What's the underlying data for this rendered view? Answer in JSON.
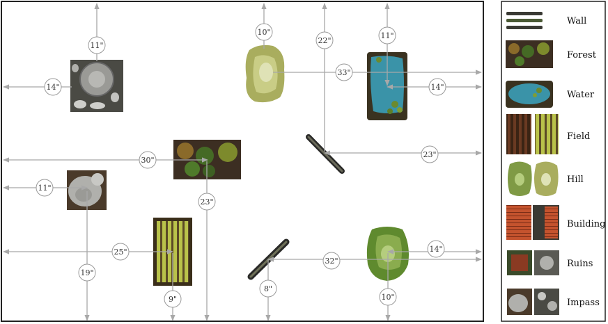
{
  "map": {
    "measurements": [
      "11\"",
      "14\"",
      "10\"",
      "22\"",
      "33\"",
      "11\"",
      "14\"",
      "23\"",
      "30\"",
      "11\"",
      "23\"",
      "25\"",
      "19\"",
      "9\"",
      "8\"",
      "32\"",
      "14\"",
      "10\""
    ]
  },
  "legend": {
    "items": [
      {
        "label": "Wall",
        "icon": "wall-icon"
      },
      {
        "label": "Forest",
        "icon": "forest-icon"
      },
      {
        "label": "Water",
        "icon": "water-icon"
      },
      {
        "label": "Field",
        "icon": "field-icon"
      },
      {
        "label": "Hill",
        "icon": "hill-icon"
      },
      {
        "label": "Building",
        "icon": "building-icon"
      },
      {
        "label": "Ruins",
        "icon": "ruins-icon"
      },
      {
        "label": "Impass",
        "icon": "impass-icon"
      }
    ]
  },
  "colors": {
    "border": "#222222",
    "arrow": "#a8a8a8",
    "forest": "#4a6a2a",
    "water": "#3a8fa0",
    "field": "#9aa33a",
    "hill": "#7f9a45",
    "building": "#b5472a",
    "rock": "#8c8c8c"
  }
}
